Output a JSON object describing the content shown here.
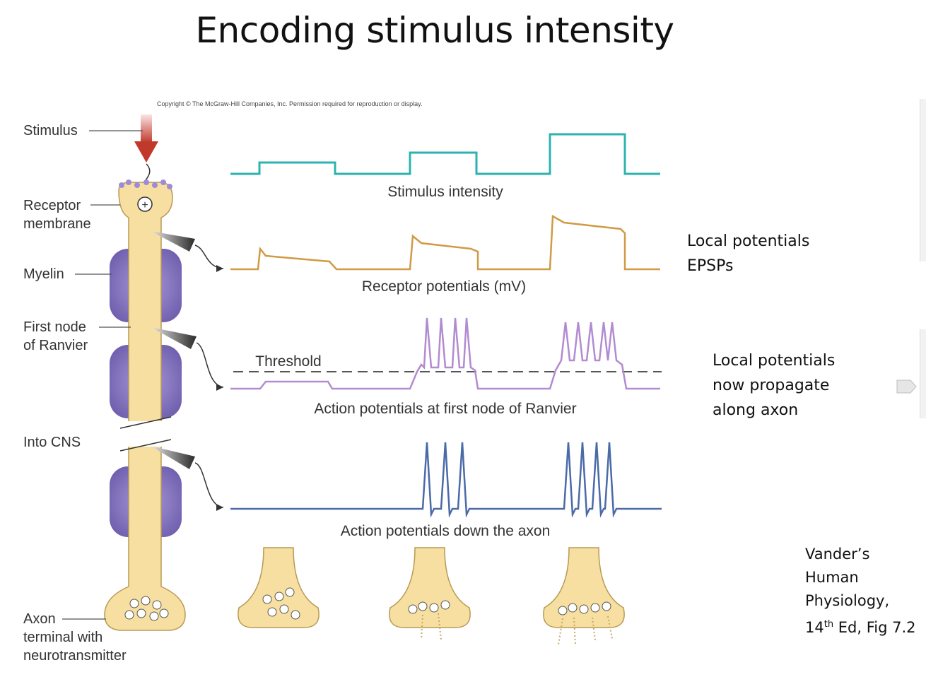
{
  "title": "Encoding stimulus intensity",
  "copyright": "Copyright © The McGraw-Hill Companies, Inc. Permission required for reproduction or display.",
  "left_labels": {
    "stimulus": "Stimulus",
    "receptor": [
      "Receptor",
      "membrane"
    ],
    "myelin": "Myelin",
    "first_node": [
      "First node",
      "of Ranvier"
    ],
    "into_cns": "Into CNS",
    "axon_terminal": [
      "Axon",
      "terminal with",
      "neurotransmitter"
    ]
  },
  "traces": {
    "stimulus_intensity": "Stimulus intensity",
    "receptor_potentials": "Receptor potentials (mV)",
    "threshold": "Threshold",
    "ap_first_node": "Action potentials at first node of Ranvier",
    "ap_axon": "Action potentials down the axon"
  },
  "notes": {
    "local": [
      "Local potentials",
      "EPSPs"
    ],
    "propagate": [
      "Local potentials",
      "now propagate",
      "along axon"
    ]
  },
  "reference": {
    "line1": "Vander’s",
    "line2": "Human",
    "line3": "Physiology,",
    "line4_num": "14",
    "line4_sup": "th",
    "line4_rest": " Ed, Fig 7.2"
  },
  "colors": {
    "stimulus_trace": "#2cb3b0",
    "receptor_trace": "#d19a45",
    "node_trace": "#b28bd0",
    "axon_trace": "#4a6aa8",
    "axon_fill": "#f6dfa0",
    "myelin": "#8e7cc3",
    "arrow": "#c0392b"
  }
}
